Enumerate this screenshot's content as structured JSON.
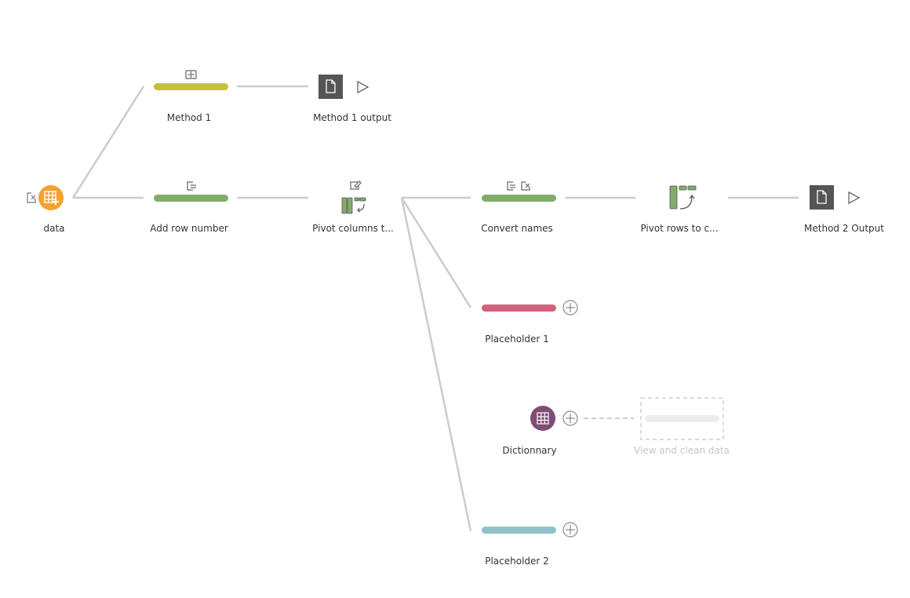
{
  "flow": {
    "nodes": {
      "data": {
        "label": "data",
        "color": "#f3a232"
      },
      "method1": {
        "label": "Method 1",
        "color": "#c3c13a"
      },
      "method1_output": {
        "label": "Method 1 output"
      },
      "add_row_number": {
        "label": "Add row number",
        "color": "#83ac6a"
      },
      "pivot_columns": {
        "label": "Pivot columns t..."
      },
      "convert_names": {
        "label": "Convert names",
        "color": "#83ac6a"
      },
      "pivot_rows": {
        "label": "Pivot rows to c..."
      },
      "method2_output": {
        "label": "Method 2 Output"
      },
      "placeholder1": {
        "label": "Placeholder 1",
        "color": "#d2617a"
      },
      "dictionnary": {
        "label": "Dictionnary",
        "color": "#804d75"
      },
      "view_clean": {
        "label": "View and clean data"
      },
      "placeholder2": {
        "label": "Placeholder 2",
        "color": "#8fc1ca"
      }
    },
    "icons": {
      "data": "grid-add-icon",
      "method1": "union-icon",
      "add_row_number": "clean-step-icon",
      "pivot_columns": "pivot-icon",
      "convert_names": "clean-remove-icon",
      "pivot_rows": "pivot-rows-icon",
      "output": "file-icon",
      "run": "play-icon",
      "add": "plus-circle-icon",
      "dictionnary": "table-icon"
    },
    "colors": {
      "connector": "#cccccc",
      "output_box": "#555555",
      "icon_gray": "#666666"
    }
  }
}
